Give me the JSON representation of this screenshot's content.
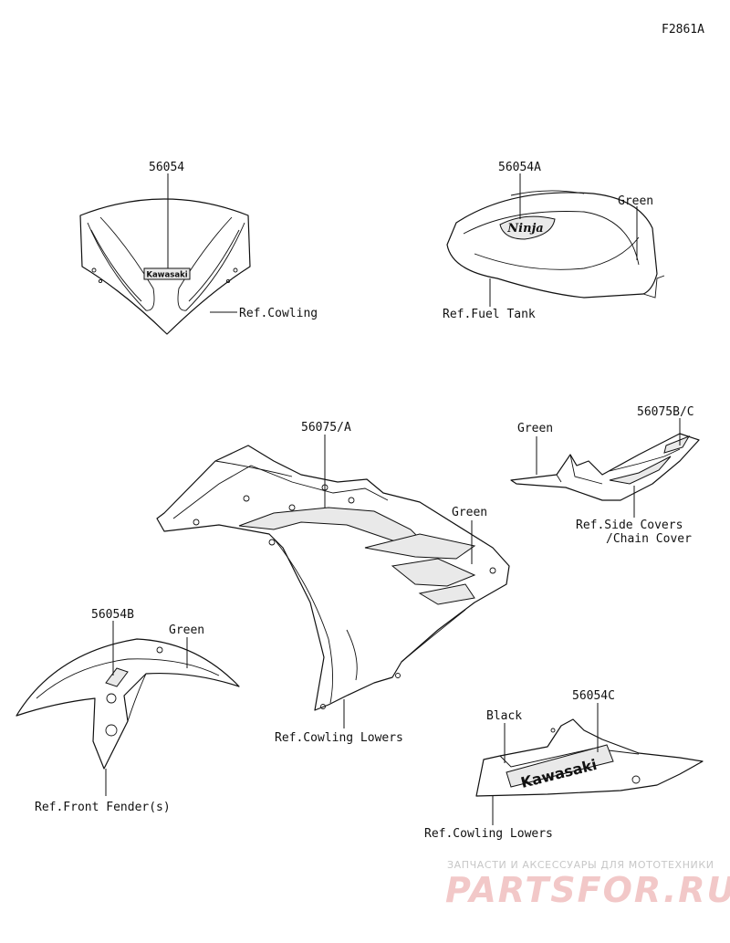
{
  "figure_code": "F2861A",
  "parts": {
    "windshield": {
      "part_no": "56054",
      "ref": "Ref.Cowling",
      "decal_text": "Kawasaki"
    },
    "fuel_tank": {
      "part_no": "56054A",
      "color": "Green",
      "ref": "Ref.Fuel Tank",
      "decal_text": "Ninja"
    },
    "side_cover": {
      "part_no": "56075B/C",
      "color": "Green",
      "ref_line1": "Ref.Side Covers",
      "ref_line2": "/Chain Cover"
    },
    "cowling": {
      "part_no": "56075/A",
      "color": "Green",
      "ref": "Ref.Cowling Lowers"
    },
    "front_fender": {
      "part_no": "56054B",
      "color": "Green",
      "ref": "Ref.Front Fender(s)"
    },
    "cowling_lower": {
      "part_no": "56054C",
      "color": "Black",
      "ref": "Ref.Cowling Lowers",
      "decal_text": "Kawasaki"
    }
  },
  "watermark": {
    "tagline": "ЗАПЧАСТИ И АКСЕССУАРЫ ДЛЯ МОТОТЕХНИКИ",
    "brand": "PARTSFOR.RU"
  }
}
